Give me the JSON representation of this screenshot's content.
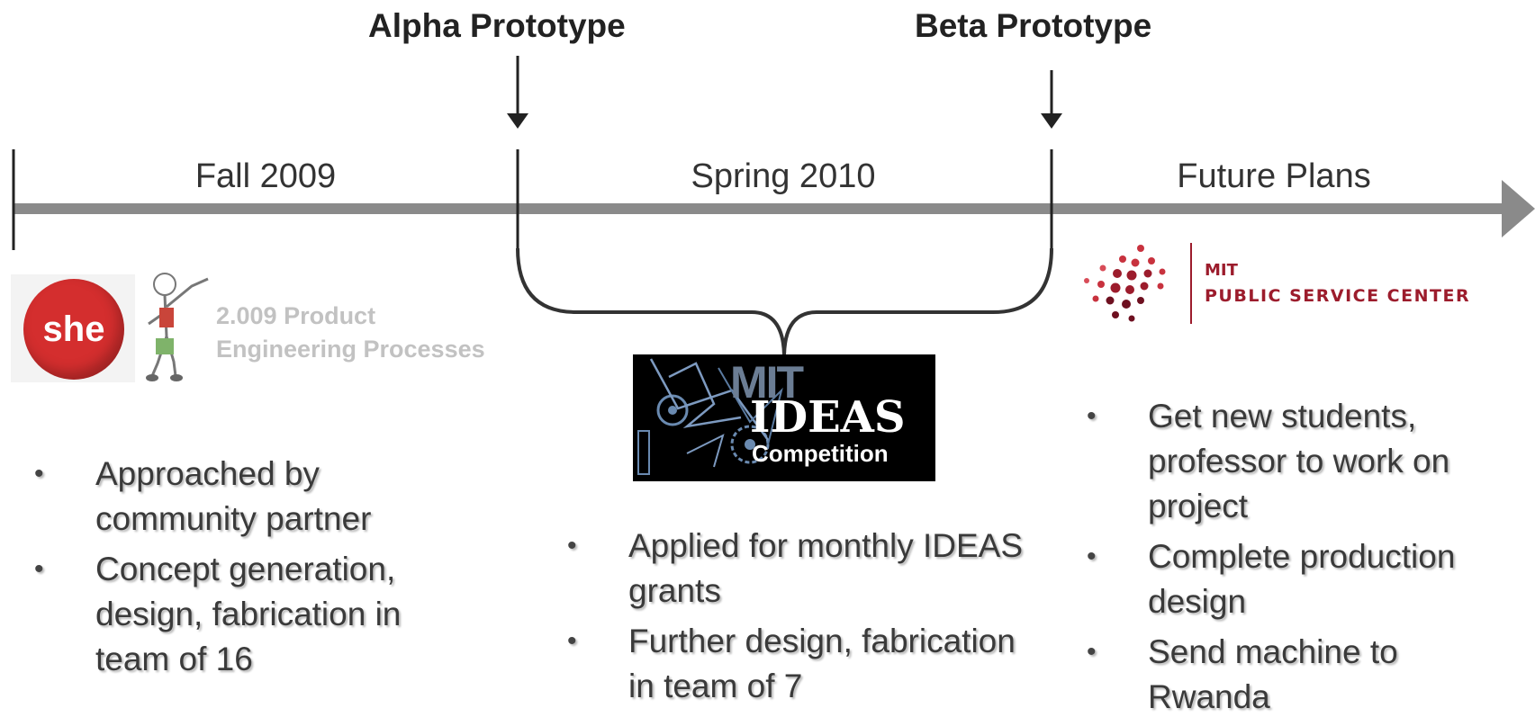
{
  "milestones": {
    "alpha": "Alpha Prototype",
    "beta": "Beta Prototype"
  },
  "periods": {
    "fall": "Fall 2009",
    "spring": "Spring 2010",
    "future": "Future Plans"
  },
  "logos": {
    "she": "she",
    "course": {
      "line1": "2.009 Product",
      "line2": "Engineering Processes"
    },
    "ideas": {
      "top": "MIT",
      "title": "IDEAS",
      "subtitle": "Competition"
    },
    "psc": {
      "line1": "MIT",
      "line2": "PUBLIC SERVICE CENTER"
    }
  },
  "bullets": {
    "fall": [
      "Approached by community partner",
      "Concept generation, design, fabrication in team of 16"
    ],
    "spring": [
      "Applied for monthly IDEAS grants",
      "Further design, fabrication in team of 7"
    ],
    "future": [
      "Get new students, professor to work on project",
      "Complete production design",
      "Send machine to Rwanda"
    ]
  },
  "colors": {
    "timeline": "#8a8a8a",
    "she_red": "#d42e2e",
    "psc_red": "#9c1c2c",
    "ideas_bg": "#000000"
  }
}
